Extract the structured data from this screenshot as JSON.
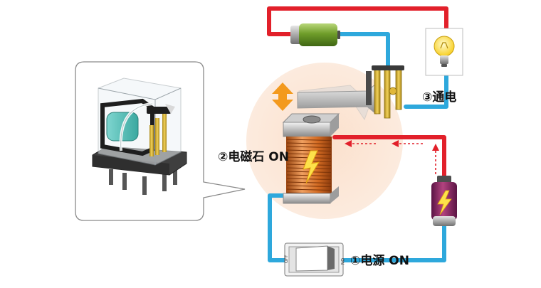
{
  "labels": {
    "power_on": "①电源 ON",
    "electromagnet_on": "②电磁石 ON",
    "conduct": "③通电"
  },
  "switch": {
    "off_text": "OFF",
    "on_text": "ON"
  },
  "colors": {
    "wire_red": "#e2202a",
    "wire_blue": "#2ea8dc",
    "coil_copper": "#d9722a",
    "glow": "#fbe3d3",
    "arrow_orange": "#f39a1e",
    "battery_green": "#5c8a1e",
    "battery_purple": "#8a2466",
    "bulb_yellow": "#fde24a"
  },
  "icons": [
    "relay-component",
    "battery-icon",
    "light-bulb-icon",
    "lightning-icon",
    "rocker-switch-icon",
    "double-arrow-icon"
  ]
}
